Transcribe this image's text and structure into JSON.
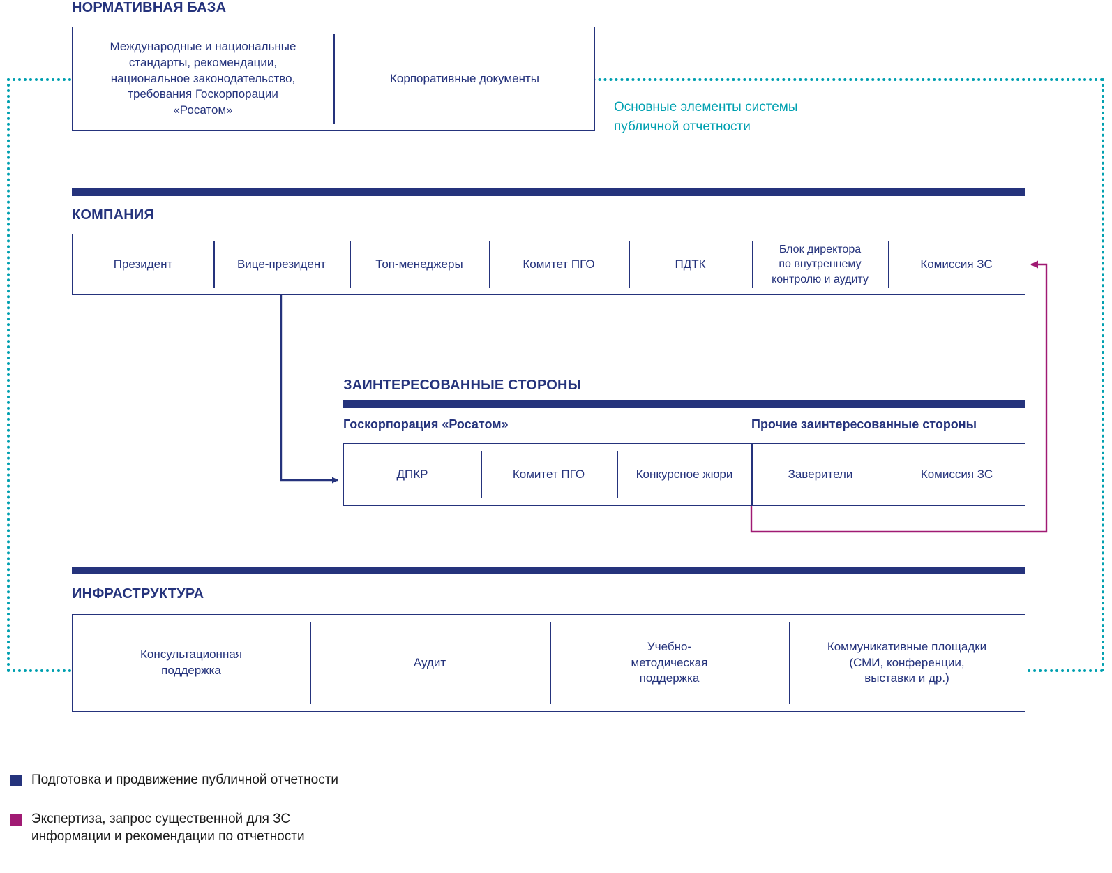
{
  "colors": {
    "navy": "#25337c",
    "teal": "#00a0b0",
    "magenta": "#a01a73",
    "text_dark": "#1a1a1a"
  },
  "annotation": {
    "system_elements": "Основные элементы системы\nпубличной отчетности"
  },
  "sections": {
    "normative": {
      "title": "НОРМАТИВНАЯ БАЗА",
      "cells": [
        "Международные и национальные\nстандарты, рекомендации,\nнациональное законодательство,\nтребования Госкорпорации\n«Росатом»",
        "Корпоративные документы"
      ]
    },
    "company": {
      "title": "КОМПАНИЯ",
      "cells": [
        "Президент",
        "Вице-президент",
        "Топ-менеджеры",
        "Комитет ПГО",
        "ПДТК",
        "Блок директора\nпо внутреннему\nконтролю и аудиту",
        "Комиссия ЗС"
      ]
    },
    "stakeholders": {
      "title": "ЗАИНТЕРЕСОВАННЫЕ СТОРОНЫ",
      "group_left_label": "Госкорпорация «Росатом»",
      "group_right_label": "Прочие заинтересованные стороны",
      "cells_left": [
        "ДПКР",
        "Комитет ПГО",
        "Конкурсное жюри"
      ],
      "cells_right": [
        "Заверители",
        "Комиссия ЗС"
      ]
    },
    "infrastructure": {
      "title": "ИНФРАСТРУКТУРА",
      "cells": [
        "Консультационная\nподдержка",
        "Аудит",
        "Учебно-\nметодическая\nподдержка",
        "Коммуникативные площадки\n(СМИ, конференции,\nвыставки и др.)"
      ]
    }
  },
  "legend": [
    {
      "color": "#25337c",
      "text": "Подготовка и продвижение публичной отчетности"
    },
    {
      "color": "#a01a73",
      "text": "Экспертиза, запрос существенной для ЗС\nинформации и рекомендации по отчетности"
    }
  ]
}
